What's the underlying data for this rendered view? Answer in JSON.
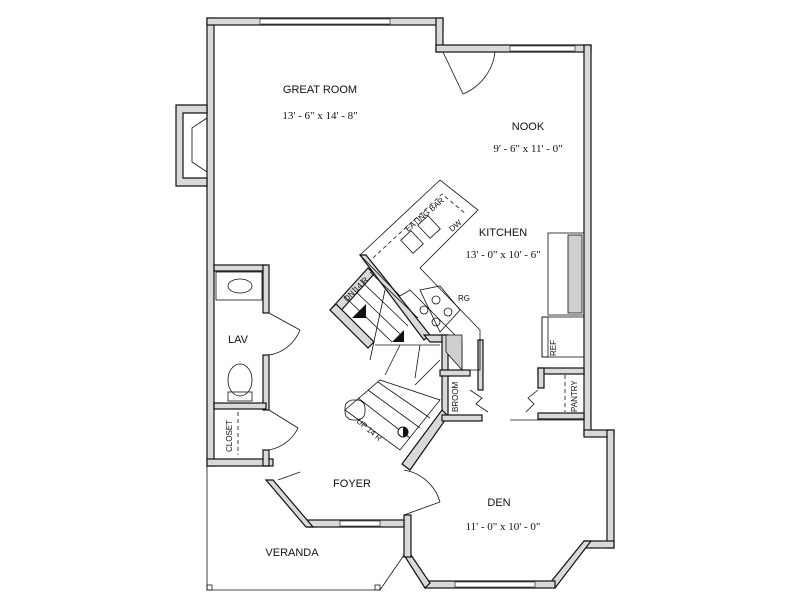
{
  "rooms": {
    "great_room": {
      "name": "GREAT ROOM",
      "size": "13' - 6\" x 14' - 8\""
    },
    "nook": {
      "name": "NOOK",
      "size": "9' - 6\" x 11' - 0\""
    },
    "kitchen": {
      "name": "KITCHEN",
      "size": "13' - 0\" x 10' - 6\""
    },
    "lav": {
      "name": "LAV"
    },
    "foyer": {
      "name": "FOYER"
    },
    "den": {
      "name": "DEN",
      "size": "11' - 0\" x 10' - 0\""
    },
    "veranda": {
      "name": "VERANDA"
    }
  },
  "fixtures": {
    "eating_bar": "EATING BAR",
    "dw": "DW",
    "rg": "RG",
    "ref": "REF",
    "broom": "BROOM",
    "pantry": "PANTRY",
    "closet": "CLOSET",
    "stairs_down": "DN 14 R",
    "stairs_up": "UP 14 R"
  }
}
